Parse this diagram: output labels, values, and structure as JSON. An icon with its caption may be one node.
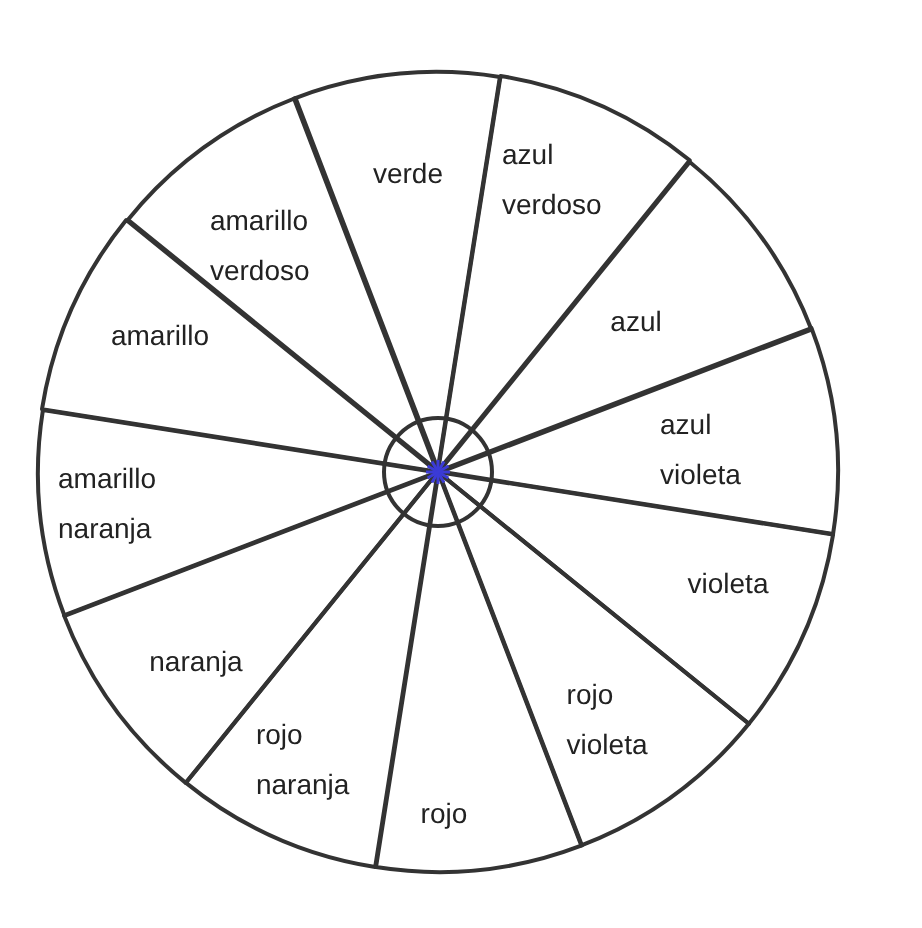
{
  "diagram": {
    "nodes": [
      {
        "text": [
          "verde"
        ]
      },
      {
        "text": [
          "azul verdoso"
        ]
      },
      {
        "text": [
          "azul"
        ]
      },
      {
        "text": [
          "azul violeta"
        ]
      },
      {
        "text": [
          "violeta"
        ]
      },
      {
        "text": [
          "rojo violeta"
        ]
      },
      {
        "text": [
          "rojo"
        ]
      },
      {
        "text": [
          "rojo naranja"
        ]
      },
      {
        "text": [
          "naranja"
        ]
      },
      {
        "text": [
          "amarillo naranja"
        ]
      },
      {
        "text": [
          "amarillo"
        ]
      },
      {
        "text": [
          "amarillo verdoso"
        ]
      }
    ]
  }
}
